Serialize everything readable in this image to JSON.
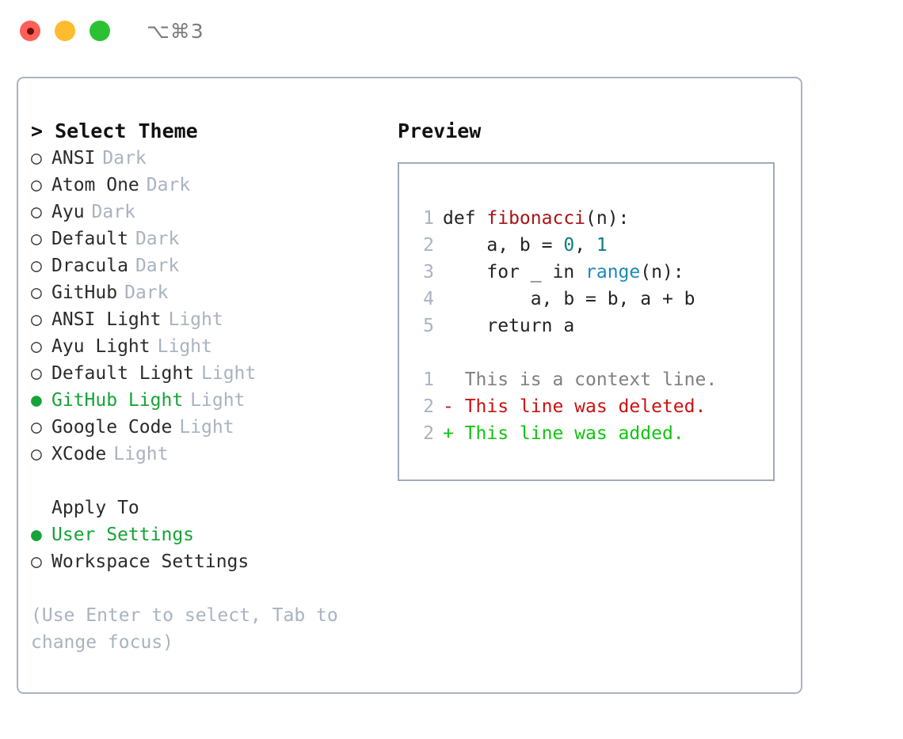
{
  "window": {
    "title": "⌥⌘3",
    "controls": [
      {
        "name": "close",
        "color": "#fc6058"
      },
      {
        "name": "minimize",
        "color": "#fdbc2d"
      },
      {
        "name": "maximize",
        "color": "#2ac234"
      }
    ]
  },
  "theme_picker": {
    "header": "> Select Theme",
    "items": [
      {
        "marker": "○",
        "label": "ANSI",
        "tag": "Dark",
        "selected": false
      },
      {
        "marker": "○",
        "label": "Atom One",
        "tag": "Dark",
        "selected": false
      },
      {
        "marker": "○",
        "label": "Ayu",
        "tag": "Dark",
        "selected": false
      },
      {
        "marker": "○",
        "label": "Default",
        "tag": "Dark",
        "selected": false
      },
      {
        "marker": "○",
        "label": "Dracula",
        "tag": "Dark",
        "selected": false
      },
      {
        "marker": "○",
        "label": "GitHub",
        "tag": "Dark",
        "selected": false
      },
      {
        "marker": "○",
        "label": "ANSI Light",
        "tag": "Light",
        "selected": false
      },
      {
        "marker": "○",
        "label": "Ayu Light",
        "tag": "Light",
        "selected": false
      },
      {
        "marker": "○",
        "label": "Default Light",
        "tag": "Light",
        "selected": false
      },
      {
        "marker": "●",
        "label": "GitHub Light",
        "tag": "Light",
        "selected": true
      },
      {
        "marker": "○",
        "label": "Google Code",
        "tag": "Light",
        "selected": false
      },
      {
        "marker": "○",
        "label": "XCode",
        "tag": "Light",
        "selected": false
      }
    ]
  },
  "apply_to": {
    "title": "Apply To",
    "items": [
      {
        "marker": "●",
        "label": "User Settings",
        "selected": true
      },
      {
        "marker": "○",
        "label": "Workspace Settings",
        "selected": false
      }
    ]
  },
  "hint": "(Use Enter to select, Tab to change focus)",
  "preview": {
    "title": "Preview",
    "code_lines": [
      {
        "num": "1",
        "segments": [
          {
            "text": "def ",
            "style": "plain"
          },
          {
            "text": "fibonacci",
            "style": "fn"
          },
          {
            "text": "(n):",
            "style": "plain"
          }
        ]
      },
      {
        "num": "2",
        "segments": [
          {
            "text": "    a, b = ",
            "style": "plain"
          },
          {
            "text": "0",
            "style": "num"
          },
          {
            "text": ", ",
            "style": "plain"
          },
          {
            "text": "1",
            "style": "num"
          }
        ]
      },
      {
        "num": "3",
        "segments": [
          {
            "text": "    for _ in ",
            "style": "plain"
          },
          {
            "text": "range",
            "style": "bi"
          },
          {
            "text": "(n):",
            "style": "plain"
          }
        ]
      },
      {
        "num": "4",
        "segments": [
          {
            "text": "        a, b = b, a + b",
            "style": "plain"
          }
        ]
      },
      {
        "num": "5",
        "segments": [
          {
            "text": "    return a",
            "style": "plain"
          }
        ]
      }
    ],
    "diff_lines": [
      {
        "num": "1",
        "text": "  This is a context line.",
        "kind": "ctx"
      },
      {
        "num": "2",
        "text": "- This line was deleted.",
        "kind": "del"
      },
      {
        "num": "2",
        "text": "+ This line was added.",
        "kind": "add"
      }
    ]
  },
  "colors": {
    "accent_green": "#16a338",
    "muted": "#a9b3c0",
    "border": "#a9b3c0",
    "preview_border": "#a0aab7",
    "fn": "#a81414",
    "number": "#0e7c80",
    "builtin": "#1e88b8",
    "diff_add": "#10c410",
    "diff_del": "#cc1111",
    "diff_ctx": "#808080"
  }
}
